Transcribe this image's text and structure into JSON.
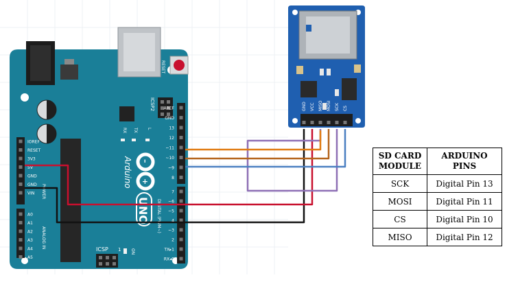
{
  "board": {
    "brand": "Arduino",
    "model": "UNO",
    "reset_label": "RESET",
    "icsp2_label": "ICSP2",
    "icsp_label": "ICSP",
    "icsp_pin1": "1",
    "rx_label": "RX",
    "tx_label": "TX",
    "l_label": "L",
    "on_label": "ON",
    "power_group_label": "POWER",
    "analog_group_label": "ANALOG IN",
    "digital_group_label": "DIGITAL (PWM~)",
    "power_pins": [
      "IOREF",
      "RESET",
      "3V3",
      "5V",
      "GND",
      "GND",
      "VIN"
    ],
    "analog_pins": [
      "A0",
      "A1",
      "A2",
      "A3",
      "A4",
      "A5"
    ],
    "digital_top_pins": [
      "AREF",
      "GND",
      "13",
      "12",
      "~11",
      "~10",
      "~9",
      "8"
    ],
    "digital_bottom_pins": [
      "7",
      "~6",
      "~5",
      "4",
      "~3",
      "2",
      "TX▸1",
      "RX◂0"
    ]
  },
  "sd_module": {
    "pins": [
      "GND",
      "VCC",
      "MISO",
      "MOSI",
      "SCK",
      "CS"
    ]
  },
  "wires": [
    {
      "name": "wire-gnd",
      "color": "#111111"
    },
    {
      "name": "wire-vcc",
      "color": "#c8102e"
    },
    {
      "name": "wire-miso",
      "color": "#8e6fb5"
    },
    {
      "name": "wire-mosi",
      "color": "#b5651d"
    },
    {
      "name": "wire-sck",
      "color": "#e07a10"
    },
    {
      "name": "wire-cs",
      "color": "#4a7fc1"
    }
  ],
  "colors": {
    "board": "#1a7f98",
    "board_dark": "#136477",
    "sd_board": "#1f5fb0",
    "header": "#1e1e1e"
  },
  "table": {
    "headers": [
      "SD CARD MODULE",
      "ARDUINO PINS"
    ],
    "rows": [
      [
        "SCK",
        "Digital Pin 13"
      ],
      [
        "MOSI",
        "Digital Pin 11"
      ],
      [
        "CS",
        "Digital Pin 10"
      ],
      [
        "MISO",
        "Digital Pin 12"
      ]
    ]
  }
}
